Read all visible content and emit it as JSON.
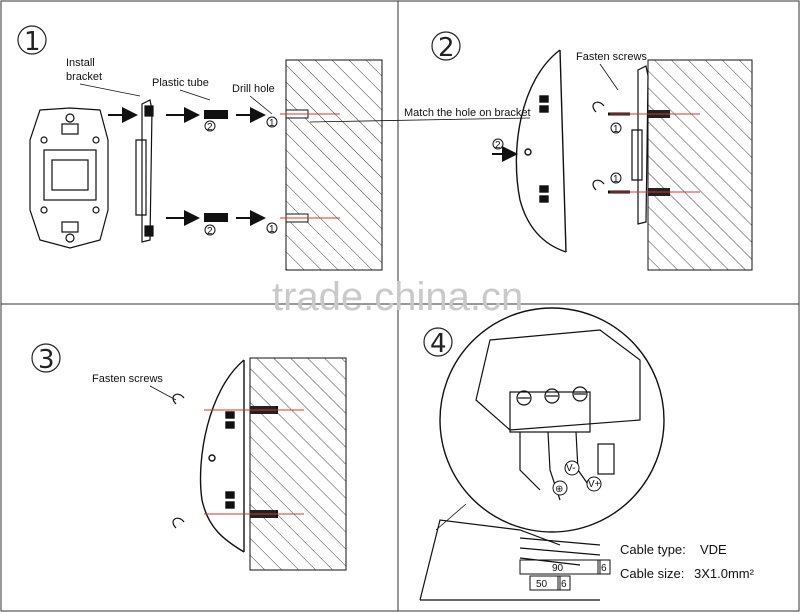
{
  "watermark": "trade.china.cn",
  "panels": [
    {
      "step": "1",
      "labels": {
        "install_bracket_line1": "Install",
        "install_bracket_line2": "bracket",
        "plastic_tube": "Plastic tube",
        "drill_hole": "Drill hole",
        "order_mark_1": "1",
        "order_mark_2": "2"
      }
    },
    {
      "step": "2",
      "labels": {
        "fasten_screws": "Fasten screws",
        "match_hole": "Match the hole on bracket",
        "order_mark_1": "1",
        "order_mark_2": "2"
      }
    },
    {
      "step": "3",
      "labels": {
        "fasten_screws": "Fasten screws"
      }
    },
    {
      "step": "4",
      "labels": {
        "cable_type_label": "Cable type:",
        "cable_type_value": "VDE",
        "cable_size_label": "Cable size:",
        "cable_size_value": "3X1.0mm²",
        "dim_90": "90",
        "dim_50": "50",
        "dim_6a": "6",
        "dim_6b": "6",
        "terminal_vminus": "V-",
        "terminal_vplus": "V+",
        "terminal_ground": "⊕"
      }
    }
  ],
  "colors": {
    "line": "#111111",
    "red_guide": "#e03030",
    "hatch": "#444444",
    "watermark": "#c9c9c9"
  }
}
